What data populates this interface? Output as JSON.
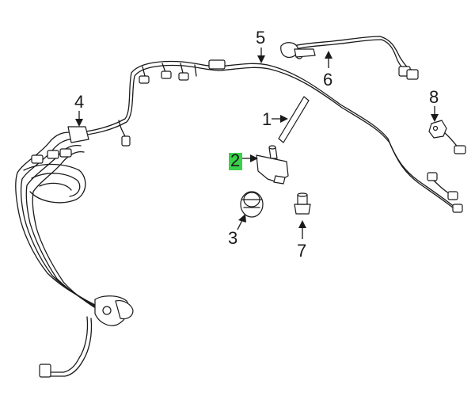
{
  "callouts": [
    {
      "id": "1",
      "label": "1"
    },
    {
      "id": "2",
      "label": "2",
      "highlighted": true
    },
    {
      "id": "3",
      "label": "3"
    },
    {
      "id": "4",
      "label": "4"
    },
    {
      "id": "5",
      "label": "5"
    },
    {
      "id": "6",
      "label": "6"
    },
    {
      "id": "7",
      "label": "7"
    },
    {
      "id": "8",
      "label": "8"
    }
  ],
  "colors": {
    "line": "#1a1a1a",
    "highlight": "#39d24a",
    "background": "#ffffff"
  }
}
